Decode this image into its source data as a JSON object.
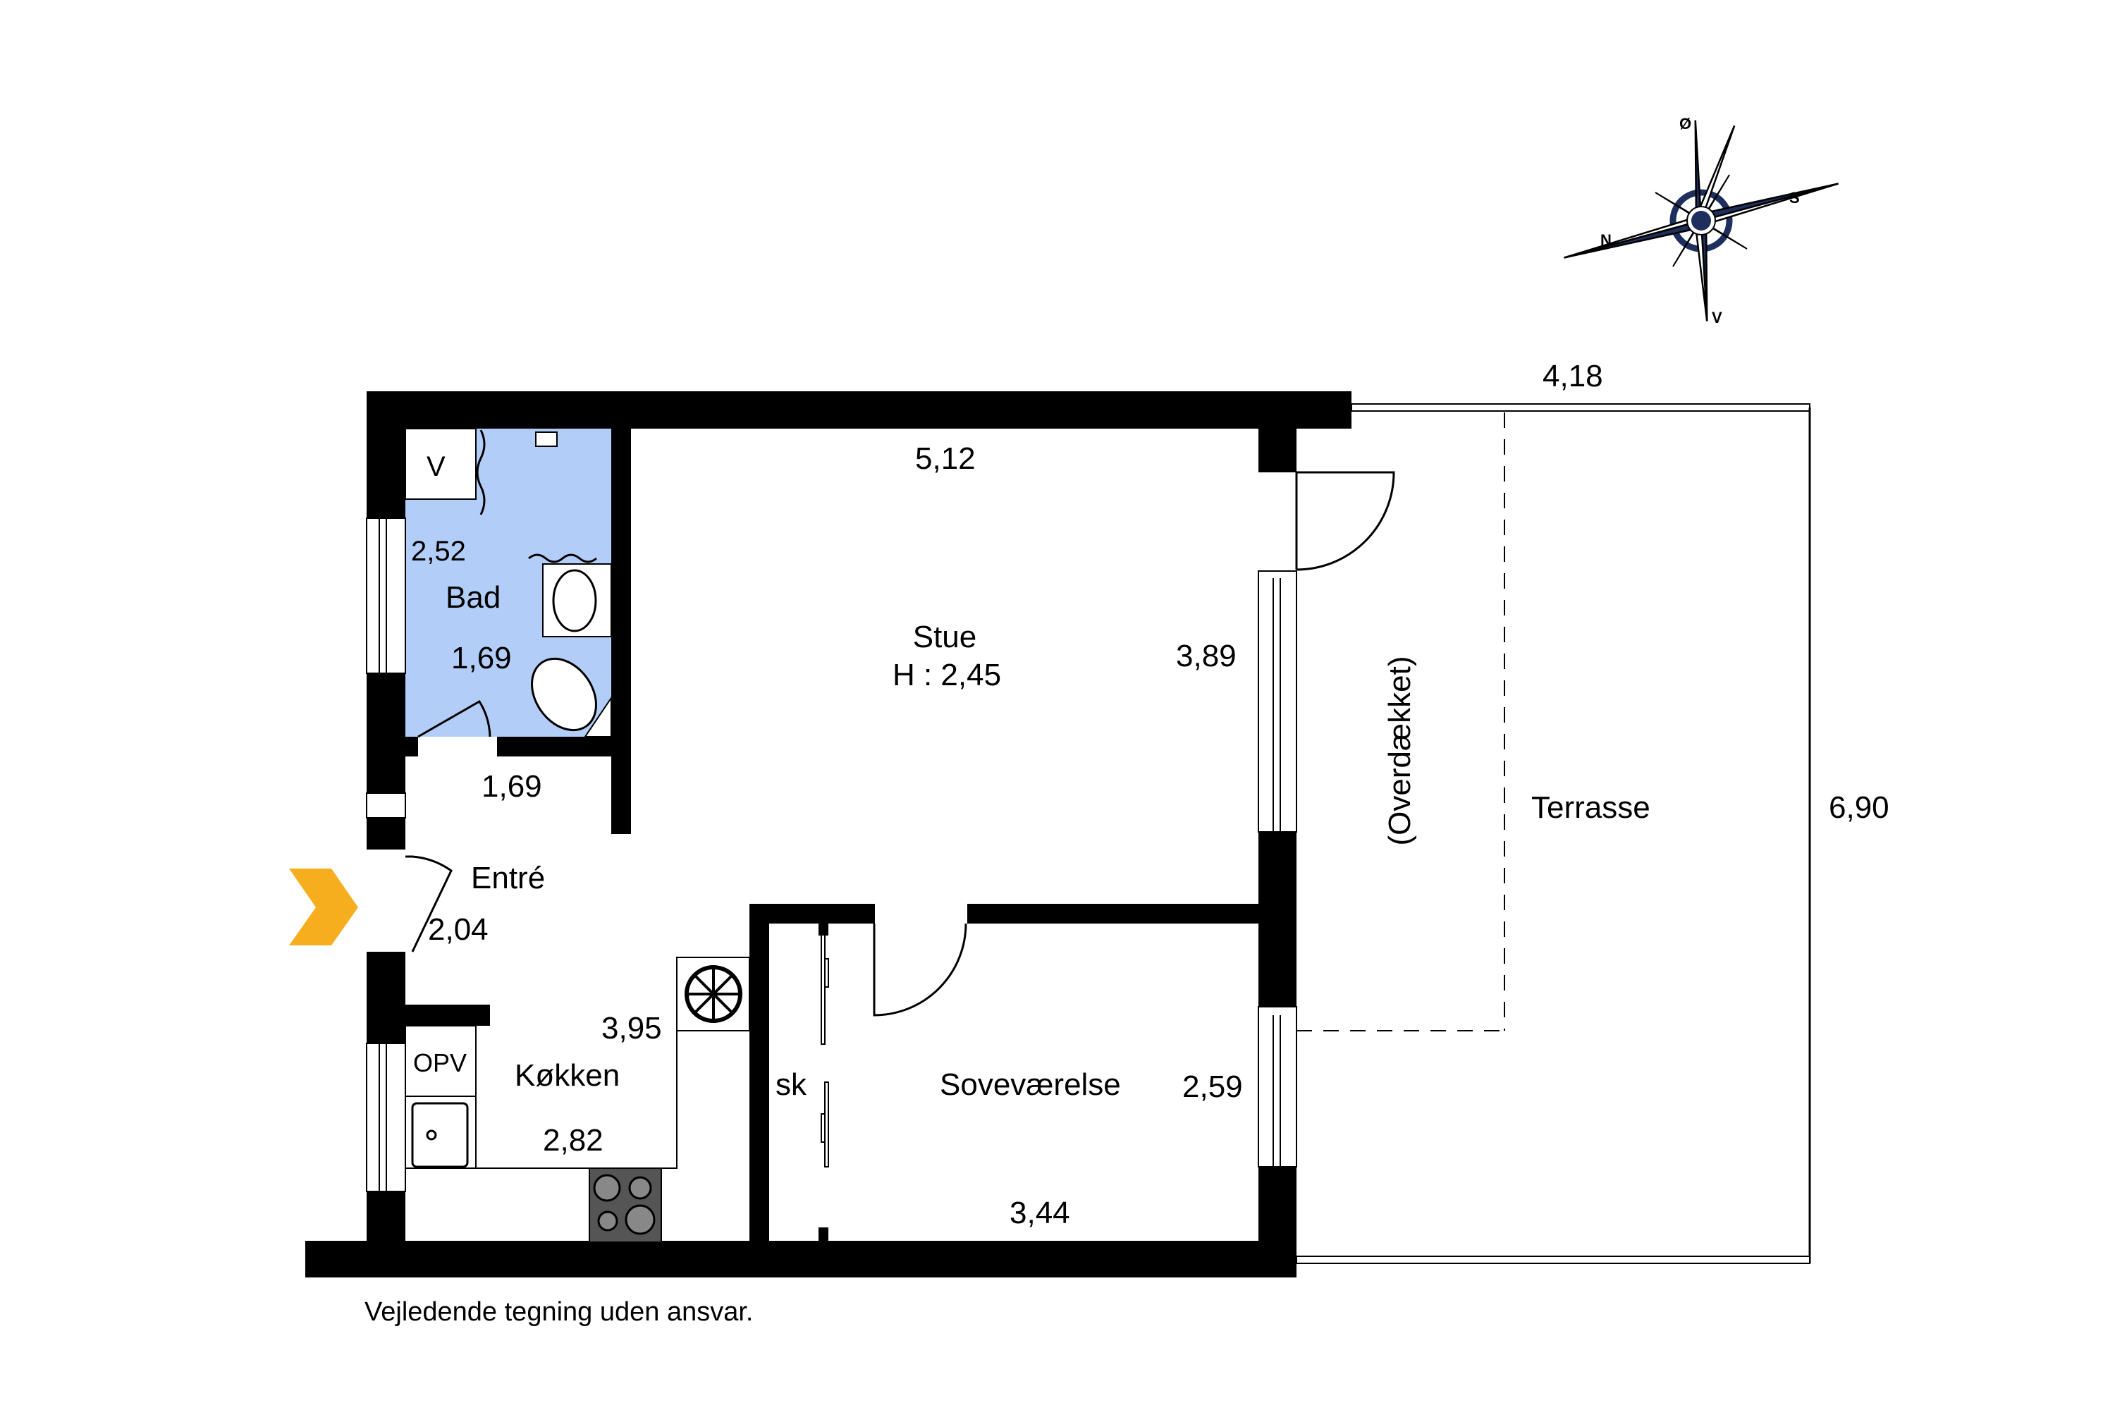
{
  "compass": {
    "north": "N",
    "south": "S",
    "east": "Ø",
    "west": "V"
  },
  "rooms": {
    "bad": {
      "name": "Bad",
      "dim_a": "2,52",
      "dim_b": "1,69",
      "fill": "#b3cdf9"
    },
    "entre": {
      "name": "Entré",
      "dim_a": "1,69",
      "dim_b": "2,04"
    },
    "kokken": {
      "name": "Køkken",
      "dim_a": "3,95",
      "dim_b": "2,82",
      "fixture_label": "OPV"
    },
    "stue": {
      "name": "Stue",
      "height_label": "H : 2,45",
      "dim_a": "5,12",
      "dim_b": "3,89"
    },
    "sovevaerelse": {
      "name": "Soveværelse",
      "dim_a": "2,59",
      "dim_b": "3,44",
      "closet_label": "sk"
    },
    "terrasse": {
      "name": "Terrasse",
      "covered_label": "(Overdækket)",
      "dim_width": "4,18",
      "dim_depth": "6,90"
    }
  },
  "bad_fixture_label": "V",
  "entrance_marker_color": "#f6ae1f",
  "footer": {
    "disclaimer": "Vejledende tegning uden ansvar."
  }
}
